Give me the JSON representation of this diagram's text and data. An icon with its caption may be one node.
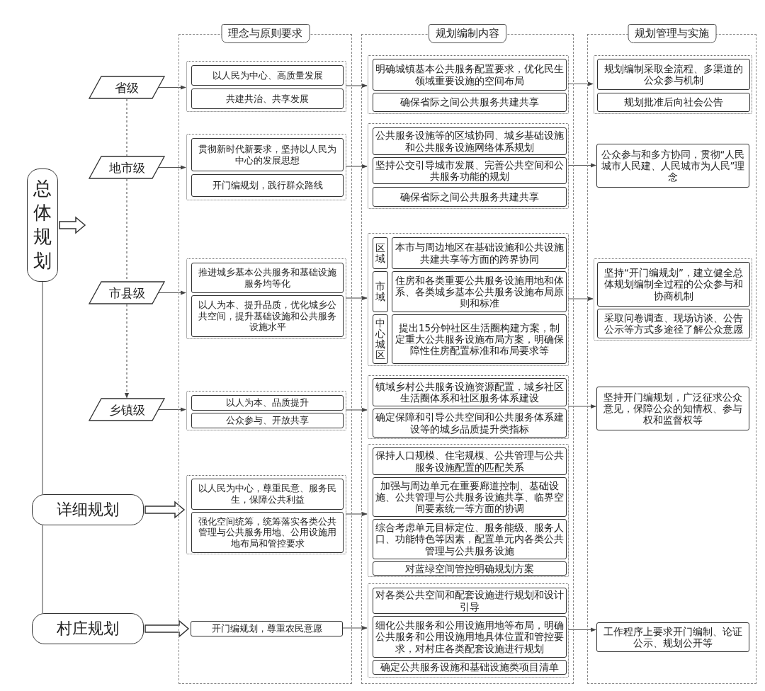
{
  "diagram": {
    "nodes": [
      {
        "text": [
          "总体规划"
        ]
      },
      {
        "text": [
          "省级"
        ]
      },
      {
        "text": [
          "地市级"
        ]
      },
      {
        "text": [
          "市县级"
        ]
      },
      {
        "text": [
          "乡镇级"
        ]
      },
      {
        "text": [
          "详细规划"
        ]
      },
      {
        "text": [
          "村庄规划"
        ]
      },
      {
        "text": [
          "理念与原则要求"
        ]
      },
      {
        "text": [],
        "shape": "box",
        "in": 7
      },
      {
        "text": [
          "以人民为中心、高质量发展"
        ],
        "in": 8
      },
      {
        "text": [
          "共建共治、共享发展"
        ],
        "in": 8
      },
      {
        "text": [],
        "shape": "box",
        "in": 7
      },
      {
        "text": [
          "贯彻新时代新要求，坚持以人民为中心的发展思想"
        ],
        "in": 11
      },
      {
        "text": [
          "开门编规划，践行群众路线"
        ],
        "in": 11
      },
      {
        "text": [],
        "shape": "box",
        "in": 7
      },
      {
        "text": [
          "推进城乡基本公共服务和基础设施服务均等化"
        ],
        "in": 14
      },
      {
        "text": [
          "以人为本、提升品质，优化城乡公共空间，提升基础设施和公共服务设施水平"
        ],
        "in": 14
      },
      {
        "text": [],
        "shape": "box",
        "in": 7
      },
      {
        "text": [
          "以人为本、品质提升"
        ],
        "in": 17
      },
      {
        "text": [
          "公众参与、开放共享"
        ],
        "in": 17
      },
      {
        "text": [],
        "shape": "box",
        "in": 7
      },
      {
        "text": [
          "以人民为中心，尊重民意、服务民生，保障公共利益"
        ],
        "in": 20
      },
      {
        "text": [
          "强化空间统筹，统筹落实各类公共管理与公共服务用地、公用设施用地布局和管控要求"
        ],
        "in": 20
      },
      {
        "text": [
          "开门编规划，尊重农民意愿"
        ],
        "in": 7
      },
      {
        "text": [
          "规划编制内容"
        ]
      },
      {
        "text": [],
        "shape": "box",
        "in": 24
      },
      {
        "text": [
          "明确城镇基本公共服务配置要求，优化民生领域重要设施的空间布局"
        ],
        "in": 25
      },
      {
        "text": [
          "确保省际之间公共服务共建共享"
        ],
        "in": 25
      },
      {
        "text": [],
        "shape": "box",
        "in": 24
      },
      {
        "text": [
          "公共服务设施等的区域协同、城乡基础设施和公共服务设施网络体系规划"
        ],
        "in": 28
      },
      {
        "text": [
          "坚持公交引导城市发展、完善公共空间和公共服务功能的规划"
        ],
        "in": 28
      },
      {
        "text": [
          "确保省际之间公共服务共建共享"
        ],
        "in": 28
      },
      {
        "text": [],
        "shape": "box",
        "in": 24
      },
      {
        "text": [
          "区域"
        ],
        "in": 32
      },
      {
        "text": [
          "本市与周边地区在基础设施和公共设施共建共享等方面的跨界协同"
        ],
        "in": 32
      },
      {
        "text": [
          "市域"
        ],
        "in": 32
      },
      {
        "text": [
          "住房和各类重要公共服务设施用地和体系、各类城乡基本公共服务设施布局原则和标准"
        ],
        "in": 32
      },
      {
        "text": [
          "中心城区"
        ],
        "in": 32
      },
      {
        "text": [
          "提出15分钟社区生活圈构建方案，制定重大公共服务设施布局方案，明确保障性住房配置标准和布局要求等"
        ],
        "in": 32
      },
      {
        "text": [],
        "shape": "box",
        "in": 24
      },
      {
        "text": [
          "镇域乡村公共服务设施资源配置，城乡社区生活圈体系和社区服务体系建设"
        ],
        "in": 39
      },
      {
        "text": [
          "确定保障和引导公共空间和公共服务体系建设等的城乡品质提升类指标"
        ],
        "in": 39
      },
      {
        "text": [],
        "shape": "box",
        "in": 24
      },
      {
        "text": [
          "保持人口规模、住宅规模、公共管理与公共服务设施配置的匹配关系"
        ],
        "in": 42
      },
      {
        "text": [
          "加强与周边单元在重要廊道控制、基础设施、公共管理与公共服务设施共享、临界空间要素统一等方面的协调"
        ],
        "in": 42
      },
      {
        "text": [
          "综合考虑单元目标定位、服务能级、服务人口、功能特色等因素，配置单元内各类公共管理与公共服务设施"
        ],
        "in": 42
      },
      {
        "text": [
          "对蓝绿空间管控明确规划方案"
        ],
        "in": 42
      },
      {
        "text": [],
        "shape": "box",
        "in": 24
      },
      {
        "text": [
          "对各类公共空间和配套设施进行规划和设计引导"
        ],
        "in": 47
      },
      {
        "text": [
          "细化公共服务和公用设施用地等布局，明确公共服务和公用设施用地具体位置和管控要求，对村庄各类配套设施进行规划"
        ],
        "in": 47
      },
      {
        "text": [
          "确定公共服务设施和基础设施类项目清单"
        ],
        "in": 47
      },
      {
        "text": [
          "规划管理与实施"
        ]
      },
      {
        "text": [],
        "shape": "box",
        "in": 51
      },
      {
        "text": [
          "规划编制采取全流程、多渠道的公众参与机制"
        ],
        "in": 52
      },
      {
        "text": [
          "规划批准后向社会公告"
        ],
        "in": 52
      },
      {
        "text": [
          "公众参与和多方协同，贯彻“人民城市人民建、人民城市为人民”理念"
        ],
        "in": 51
      },
      {
        "text": [],
        "shape": "box",
        "in": 51
      },
      {
        "text": [
          "坚持“开门编规划”，建立健全总体规划编制全过程的公众参与和协商机制"
        ],
        "in": 56
      },
      {
        "text": [
          "采取问卷调查、现场访谈、公告公示等方式多途径了解公众意愿"
        ],
        "in": 56
      },
      {
        "text": [
          "坚持开门编规划，广泛征求公众意见，保障公众的知情权、参与权和监督权等"
        ],
        "in": 51
      },
      {
        "text": [
          "工作程序上要求开门编制、论证公示、规划公开等"
        ],
        "in": 51
      }
    ],
    "edges": [
      {
        "from": 0,
        "to": null,
        "arrow": "to",
        "style": "thick"
      },
      {
        "from": 1,
        "to": 2,
        "arrow": "none",
        "style": "dashed"
      },
      {
        "from": 2,
        "to": 3,
        "arrow": "none",
        "style": "dashed"
      },
      {
        "from": 3,
        "to": 4,
        "arrow": "to",
        "style": "dashed"
      },
      {
        "from": 0,
        "to": 5,
        "arrow": "none"
      },
      {
        "from": 5,
        "to": 6,
        "arrow": "none"
      },
      {
        "from": 1,
        "to": 8,
        "arrow": "to"
      },
      {
        "from": 2,
        "to": 11,
        "arrow": "to"
      },
      {
        "from": 3,
        "to": 14,
        "arrow": "to"
      },
      {
        "from": 4,
        "to": 17,
        "arrow": "to"
      },
      {
        "from": 5,
        "to": 20,
        "arrow": "to",
        "style": "thick"
      },
      {
        "from": 6,
        "to": 23,
        "arrow": "to",
        "style": "thick"
      },
      {
        "from": 8,
        "to": 25,
        "arrow": "to"
      },
      {
        "from": 11,
        "to": 28,
        "arrow": "to"
      },
      {
        "from": 14,
        "to": 32,
        "arrow": "to"
      },
      {
        "from": 17,
        "to": 39,
        "arrow": "to"
      },
      {
        "from": 20,
        "to": 42,
        "arrow": "to"
      },
      {
        "from": 23,
        "to": 47,
        "arrow": "to"
      },
      {
        "from": 25,
        "to": 52,
        "arrow": "to"
      },
      {
        "from": 28,
        "to": 55,
        "arrow": "to"
      },
      {
        "from": 32,
        "to": 56,
        "arrow": "to"
      },
      {
        "from": 39,
        "to": 59,
        "arrow": "to"
      },
      {
        "from": 47,
        "to": 60,
        "arrow": "to"
      }
    ]
  }
}
